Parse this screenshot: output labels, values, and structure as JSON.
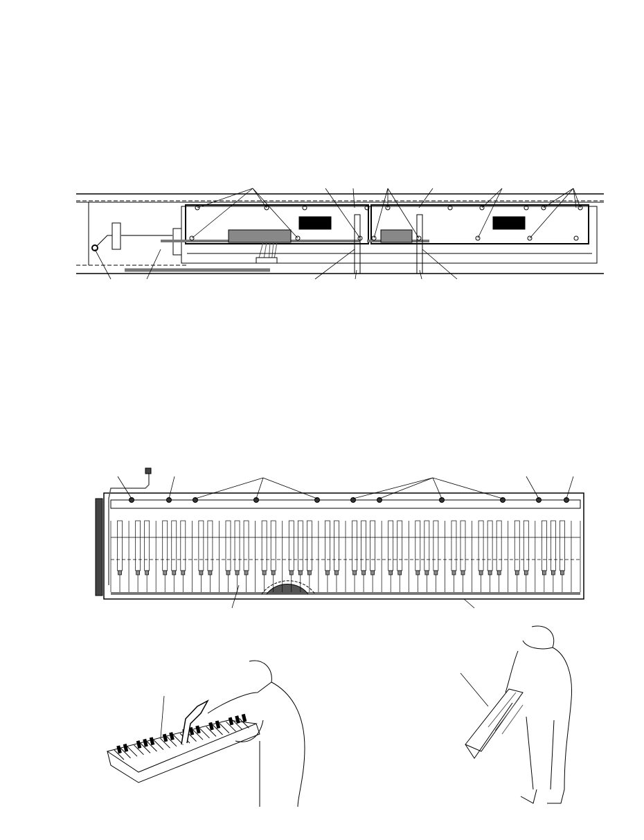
{
  "figures": [
    {
      "id": "top-view-pcb-assembly",
      "labels": []
    },
    {
      "id": "keyboard-assembly-top-view",
      "white_keys": 52,
      "labels": []
    },
    {
      "id": "removing-keyboard-illustration"
    },
    {
      "id": "carrying-keyboard-illustration"
    }
  ],
  "colors": {
    "line": "#000000",
    "harness": "#777777",
    "background": "#ffffff"
  }
}
